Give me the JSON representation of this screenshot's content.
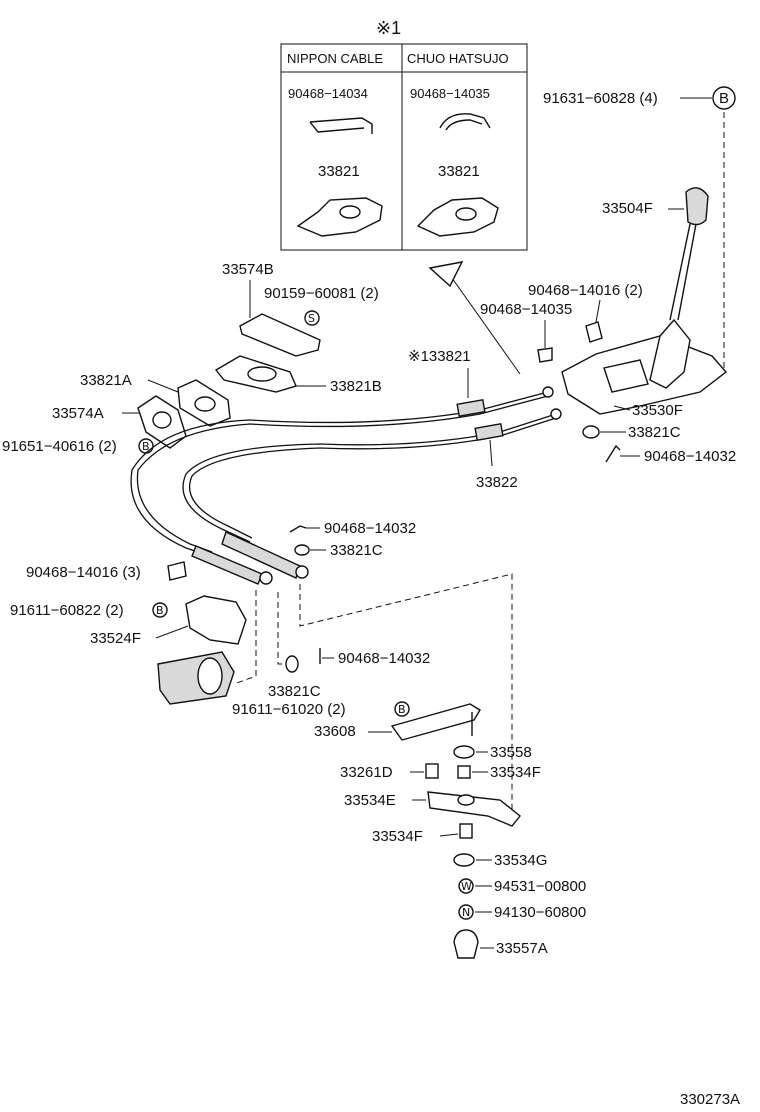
{
  "note_symbol": "※1",
  "inset": {
    "col1_header": "NIPPON CABLE",
    "col2_header": "CHUO HATSUJO",
    "col1_clip": "90468−14034",
    "col2_clip": "90468−14035",
    "col1_part": "33821",
    "col2_part": "33821"
  },
  "labels": {
    "p91631": "91631−60828 (4)",
    "p33504F": "33504F",
    "p33574B": "33574B",
    "p90159": "90159−60081 (2)",
    "p90468_14016_2": "90468−14016 (2)",
    "p90468_14035": "90468−14035",
    "p133821": "※133821",
    "p33821A": "33821A",
    "p33821B": "33821B",
    "p33574A": "33574A",
    "p91651": "91651−40616 (2)",
    "p33530F": "33530F",
    "p33821C_a": "33821C",
    "p90468_14032_a": "90468−14032",
    "p33822": "33822",
    "p90468_14032_b": "90468−14032",
    "p33821C_b": "33821C",
    "p90468_14016_3": "90468−14016 (3)",
    "p91611_60822": "91611−60822 (2)",
    "p33524F": "33524F",
    "p90468_14032_c": "90468−14032",
    "p33821C_c": "33821C",
    "p91611_61020": "91611−61020 (2)",
    "p33608": "33608",
    "p33558": "33558",
    "p33261D": "33261D",
    "p33534F_a": "33534F",
    "p33534E": "33534E",
    "p33534F_b": "33534F",
    "p33534G": "33534G",
    "p94531": "94531−00800",
    "p94130": "94130−60800",
    "p33557A": "33557A"
  },
  "symbols": {
    "bolt_b": "B",
    "small_b": "B",
    "s_mark": "S",
    "w_mark": "W",
    "n_mark": "N"
  },
  "catalog_ref": "330273A"
}
